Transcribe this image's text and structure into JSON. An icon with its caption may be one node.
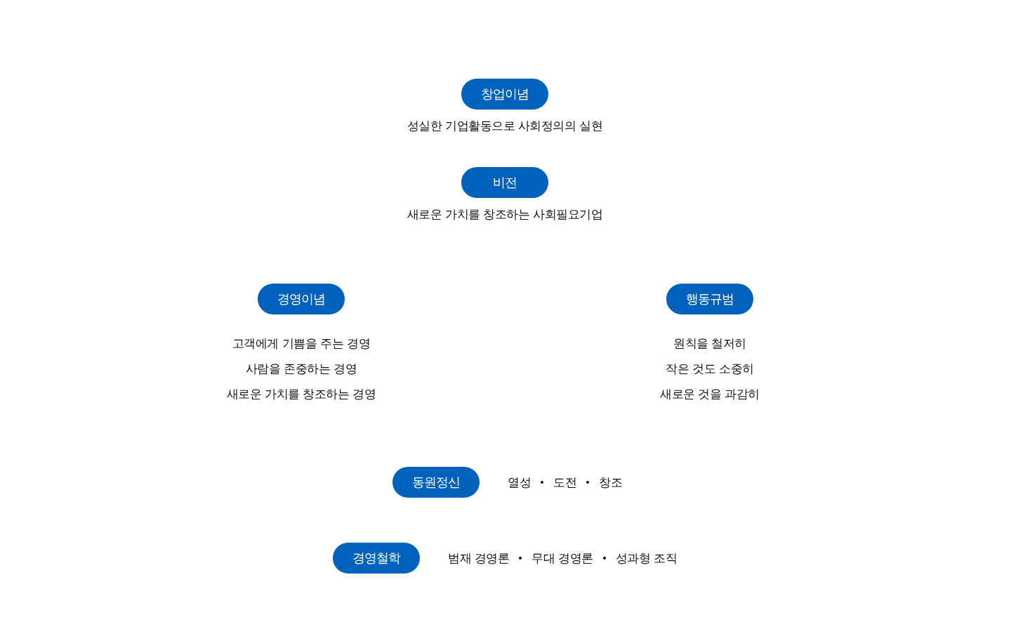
{
  "diagram": {
    "nodes": [
      {
        "text": [
          "창업이념"
        ],
        "beside": [
          "성실한 기업활동으로 사회정의의 실현"
        ]
      },
      {
        "text": [
          "비전"
        ],
        "beside": [
          "새로운 가치를 창조하는 사회필요기업"
        ]
      },
      {
        "text": [
          "경영이념"
        ],
        "beside": [
          "고객에게 기쁨을 주는 경영",
          "사람을 존중하는 경영",
          "새로운 가치를 창조하는 경영"
        ]
      },
      {
        "text": [
          "행동규범"
        ],
        "beside": [
          "원칙을 철저히",
          "작은 것도 소중히",
          "새로운 것을 과감히"
        ]
      },
      {
        "text": [
          "동원정신"
        ],
        "beside": [
          "열성",
          "도전",
          "창조"
        ]
      },
      {
        "text": [
          "경영철학"
        ],
        "beside": [
          "범재 경영론",
          "무대 경영론",
          "성과형 조직"
        ]
      }
    ]
  }
}
